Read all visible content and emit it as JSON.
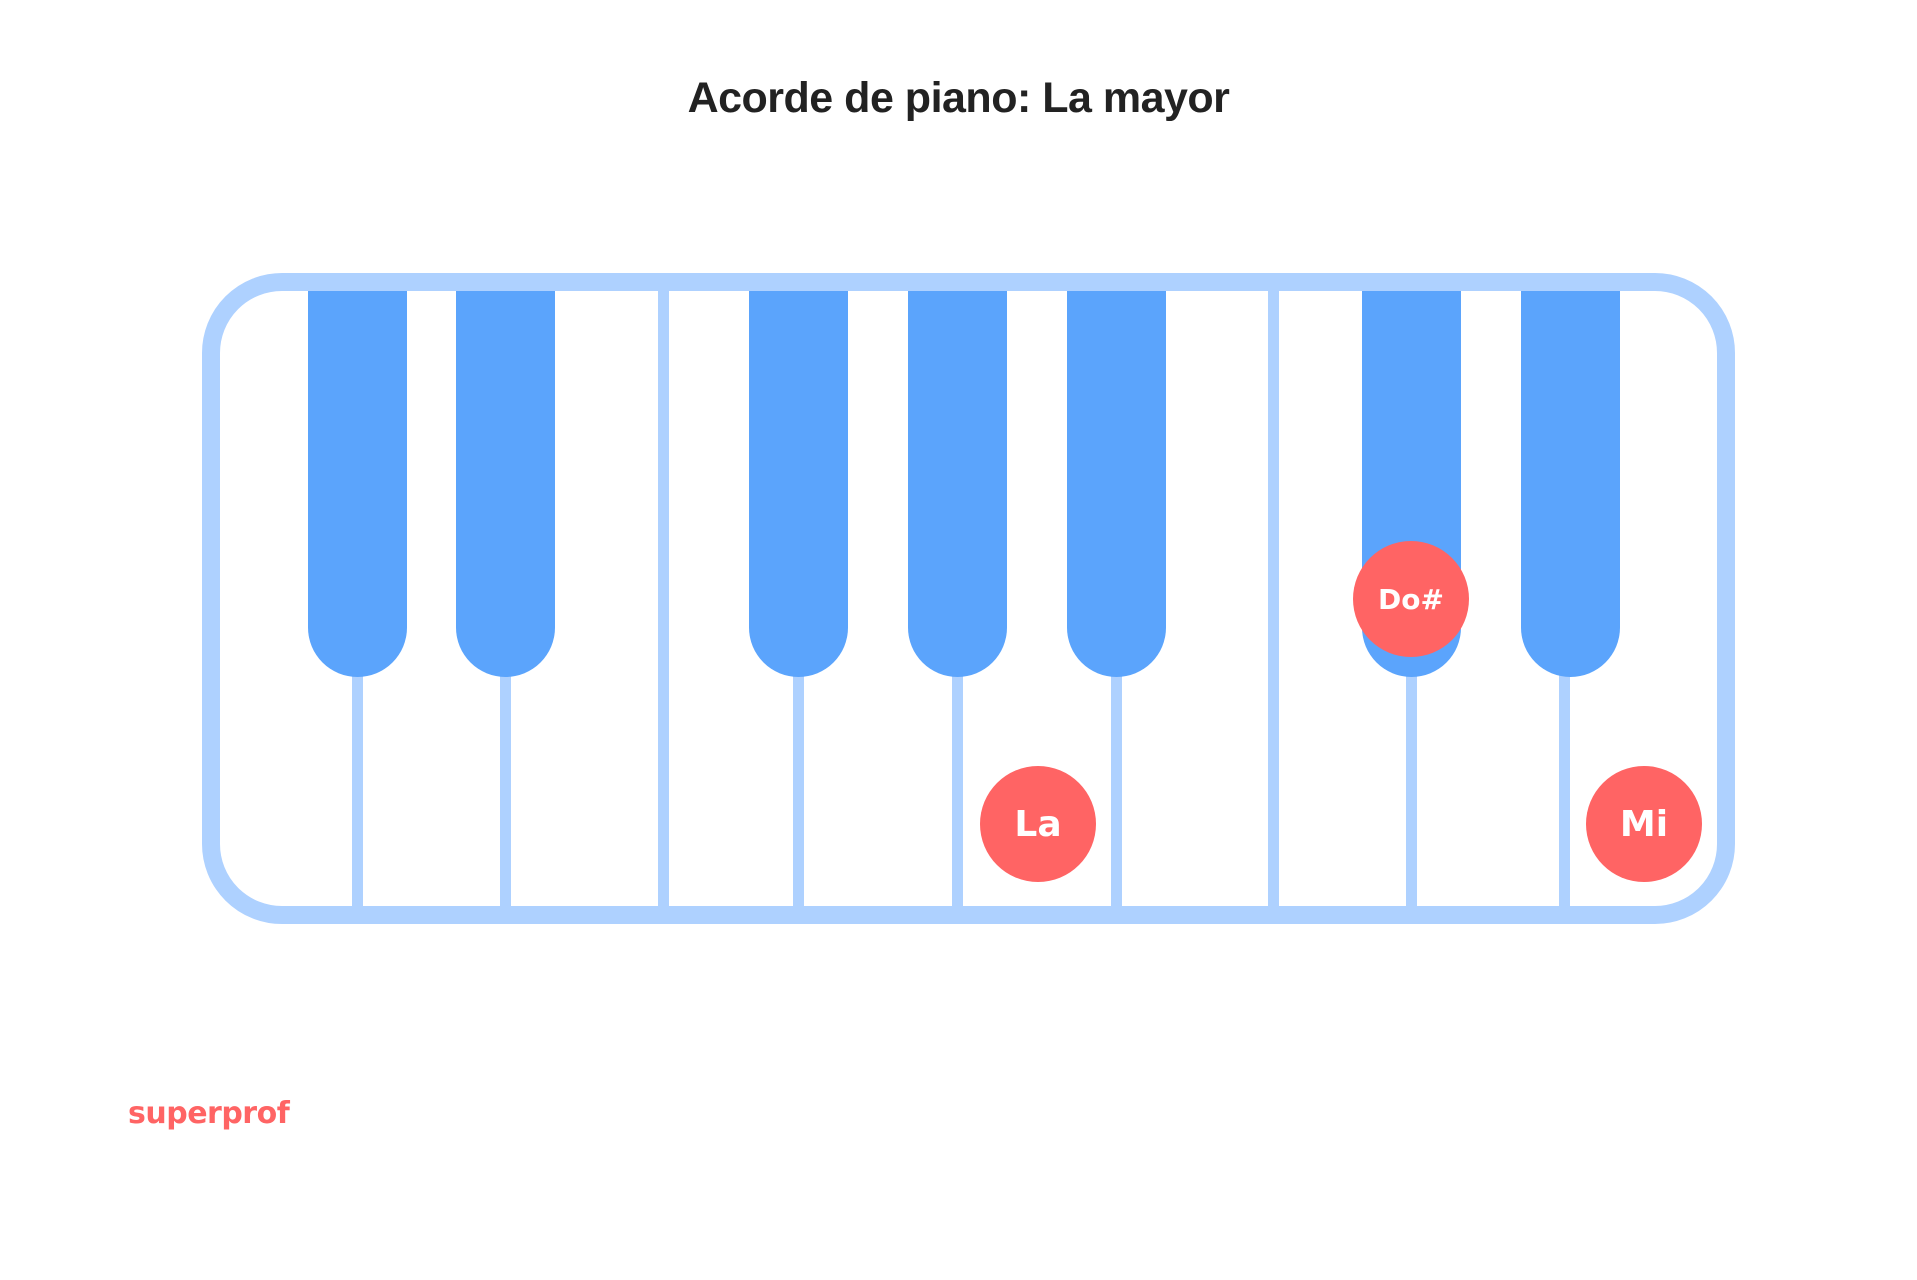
{
  "title": "Acorde de piano: La mayor",
  "colors": {
    "frame": "#AED1FF",
    "black_key": "#5BA4FC",
    "highlight": "#FF6464",
    "title": "#222222"
  },
  "keyboard": {
    "white_keys": 10,
    "black_keys": 7
  },
  "highlighted_notes": [
    {
      "label": "La",
      "key_type": "white"
    },
    {
      "label": "Do#",
      "key_type": "black"
    },
    {
      "label": "Mi",
      "key_type": "white"
    }
  ],
  "logo": "superprof"
}
